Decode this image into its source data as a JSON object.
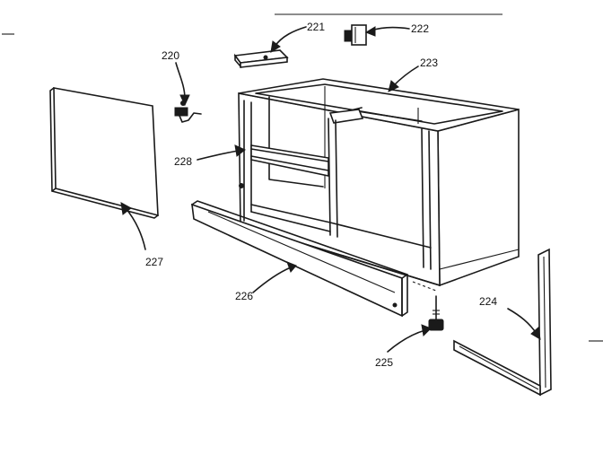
{
  "diagram": {
    "callouts": [
      {
        "id": "c221",
        "label": "221",
        "part": "top-bracket"
      },
      {
        "id": "c222",
        "label": "222",
        "part": "hinge-clip"
      },
      {
        "id": "c220",
        "label": "220",
        "part": "hinge"
      },
      {
        "id": "c223",
        "label": "223",
        "part": "cabinet-base"
      },
      {
        "id": "c228",
        "label": "228",
        "part": "shelf"
      },
      {
        "id": "c227",
        "label": "227",
        "part": "door-panel"
      },
      {
        "id": "c226",
        "label": "226",
        "part": "toe-kick-rail"
      },
      {
        "id": "c224",
        "label": "224",
        "part": "corner-trim"
      },
      {
        "id": "c225",
        "label": "225",
        "part": "leveling-foot"
      }
    ],
    "colors": {
      "ink": "#1a1a1a",
      "paper": "#ffffff"
    }
  }
}
